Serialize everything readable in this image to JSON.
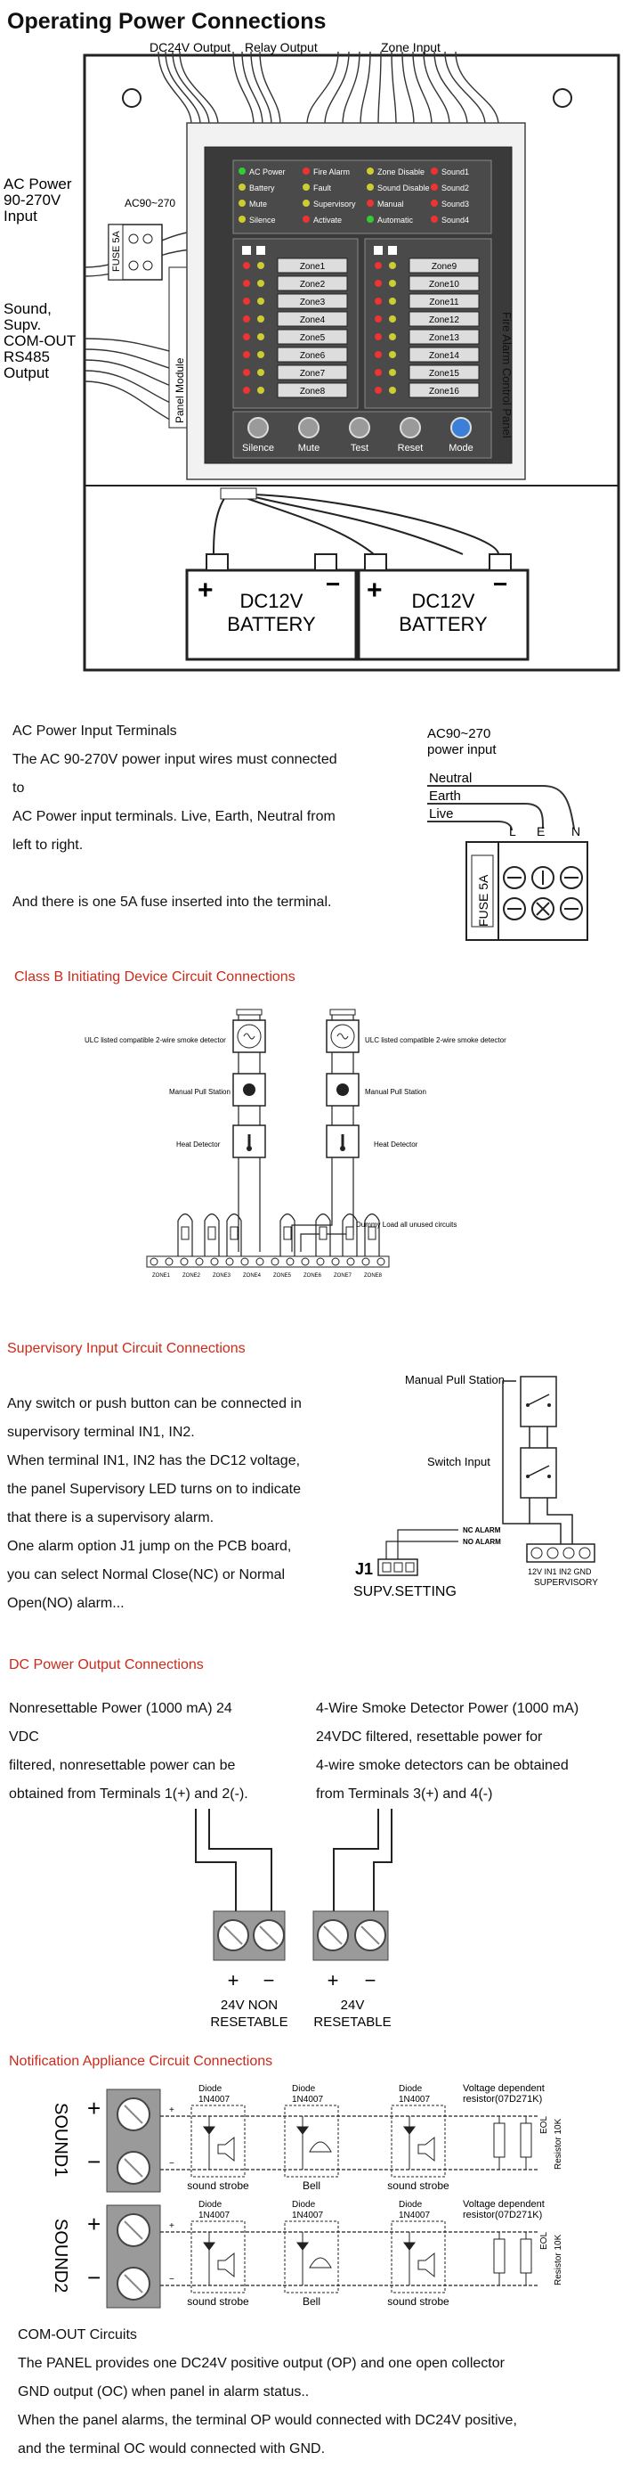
{
  "header": {
    "title": "Operating Power Connections"
  },
  "panel": {
    "top_labels": [
      "DC24V Output",
      "Relay Output",
      "Zone Input"
    ],
    "left_labels": {
      "ac": [
        "AC Power",
        "90-270V",
        "Input"
      ],
      "sound": [
        "Sound,",
        "Supv.",
        "COM-OUT",
        "RS485",
        "Output"
      ]
    },
    "ac_small": "AC90~270",
    "fuse": "FUSE 5A",
    "panel_module": "Panel Module",
    "fire_panel": "Fire Alarm Control Panel",
    "status_col1": [
      "AC Power",
      "Battery",
      "Mute",
      "Silence"
    ],
    "status_col2": [
      "Fire Alarm",
      "Fault",
      "Supervisory",
      "Activate"
    ],
    "status_col3": [
      "Zone Disable",
      "Sound Disable",
      "Manual",
      "Automatic"
    ],
    "status_col4": [
      "Sound1",
      "Sound2",
      "Sound3",
      "Sound4"
    ],
    "zones_left": [
      "Zone1",
      "Zone2",
      "Zone3",
      "Zone4",
      "Zone5",
      "Zone6",
      "Zone7",
      "Zone8"
    ],
    "zones_right": [
      "Zone9",
      "Zone10",
      "Zone11",
      "Zone12",
      "Zone13",
      "Zone14",
      "Zone15",
      "Zone16"
    ],
    "buttons": [
      "Silence",
      "Mute",
      "Test",
      "Reset",
      "Mode"
    ],
    "battery_label": [
      "DC12V",
      "BATTERY"
    ]
  },
  "ac_section": {
    "lines": [
      "AC Power Input Terminals",
      "The AC 90-270V power input wires must connected",
      "to",
      "AC Power input terminals. Live, Earth, Neutral from",
      "left to right.",
      "",
      "And there is one 5A fuse inserted into the terminal."
    ],
    "diagram_title": [
      "AC90~270",
      "power input"
    ],
    "wires": [
      "Neutral",
      "Earth",
      "Live"
    ],
    "terminals": [
      "L",
      "E",
      "N"
    ],
    "fuse": "FUSE 5A"
  },
  "classb": {
    "title": "Class B Initiating Device Circuit Connections",
    "smoke": "ULC listed compatible 2-wire smoke detector",
    "pull": "Manual Pull Station",
    "heat": "Heat Detector",
    "dummy": "Dummy Load all unused circuits",
    "zones": [
      "ZONE1",
      "ZONE2",
      "ZONE3",
      "ZONE4",
      "ZONE5",
      "ZONE6",
      "ZONE7",
      "ZONE8"
    ]
  },
  "supervisory": {
    "title": "Supervisory Input Circuit Connections",
    "lines": [
      "Any switch or push button can be connected in",
      "supervisory terminal IN1, IN2.",
      "When terminal IN1, IN2 has the DC12 voltage,",
      "the panel Supervisory LED turns on to indicate",
      "that there is a supervisory alarm.",
      "One alarm option J1 jump on the PCB board,",
      "you can select Normal Close(NC) or Normal",
      "Open(NO) alarm..."
    ],
    "manual": "Manual Pull Station",
    "switch": "Switch Input",
    "nc": "NC ALARM",
    "no": "NO ALARM",
    "j1": "J1",
    "setting": "SUPV.SETTING",
    "terms": "12V IN1 IN2 GND",
    "sup": "SUPERVISORY"
  },
  "dcpower": {
    "title": "DC Power Output Connections",
    "left": [
      "Nonresettable Power (1000 mA)  24",
      "VDC",
      "filtered, nonresettable power can be",
      "obtained from Terminals 1(+) and 2(-)."
    ],
    "right": [
      "4-Wire Smoke Detector Power (1000 mA)",
      "24VDC filtered, resettable power for",
      "4-wire smoke detectors can be obtained",
      "from Terminals 3(+) and 4(-)"
    ],
    "signs": [
      "+",
      "−",
      "+",
      "−"
    ],
    "label_left": [
      "24V NON",
      "RESETABLE"
    ],
    "label_right": [
      "24V",
      "RESETABLE"
    ]
  },
  "nac": {
    "title": "Notification Appliance Circuit Connections",
    "sound1": "SOUND1",
    "sound2": "SOUND2",
    "diode": "Diode",
    "part": "1N4007",
    "strobe": "sound strobe",
    "bell": "Bell",
    "vdr": [
      "Voltage dependent",
      "resistor(07D271K)"
    ],
    "eol": "EOL",
    "res": "Resistor 10K",
    "plus": "+",
    "minus": "−"
  },
  "comout": {
    "lines": [
      "COM-OUT Circuits",
      "The PANEL provides one DC24V positive output (OP) and one open collector",
      "GND output (OC) when panel in alarm status..",
      "When the panel alarms, the terminal OP would connected with DC24V positive,",
      "and the terminal OC would connected with GND."
    ]
  }
}
